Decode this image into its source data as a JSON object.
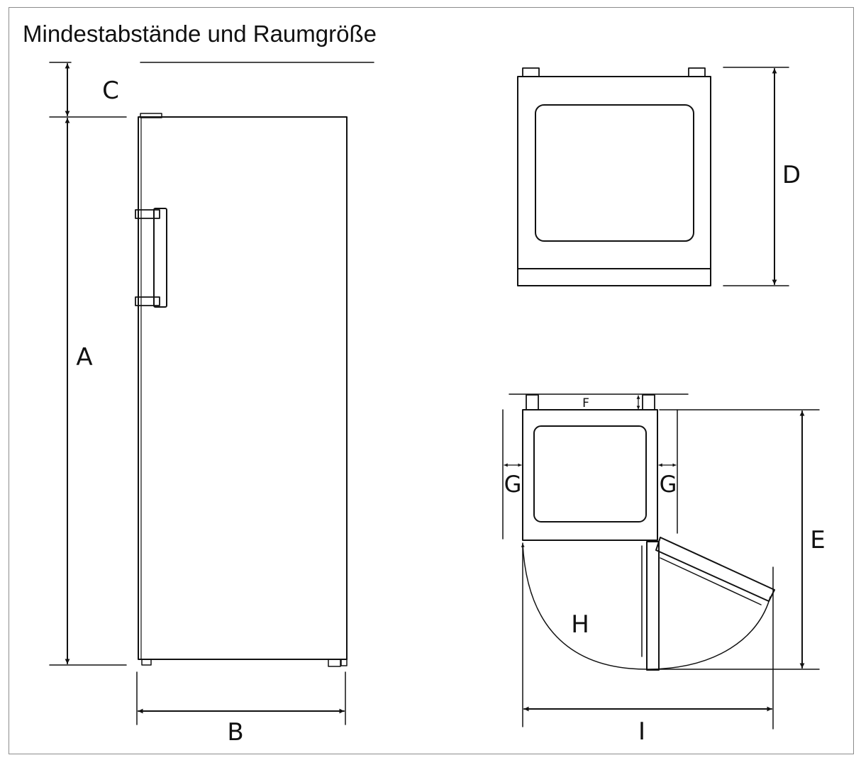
{
  "title": "Mindestabstände und Raumgröße",
  "labels": {
    "A": "A",
    "B": "B",
    "C": "C",
    "D": "D",
    "E": "E",
    "F": "F",
    "G_left": "G",
    "G_right": "G",
    "H": "H",
    "I": "I"
  }
}
